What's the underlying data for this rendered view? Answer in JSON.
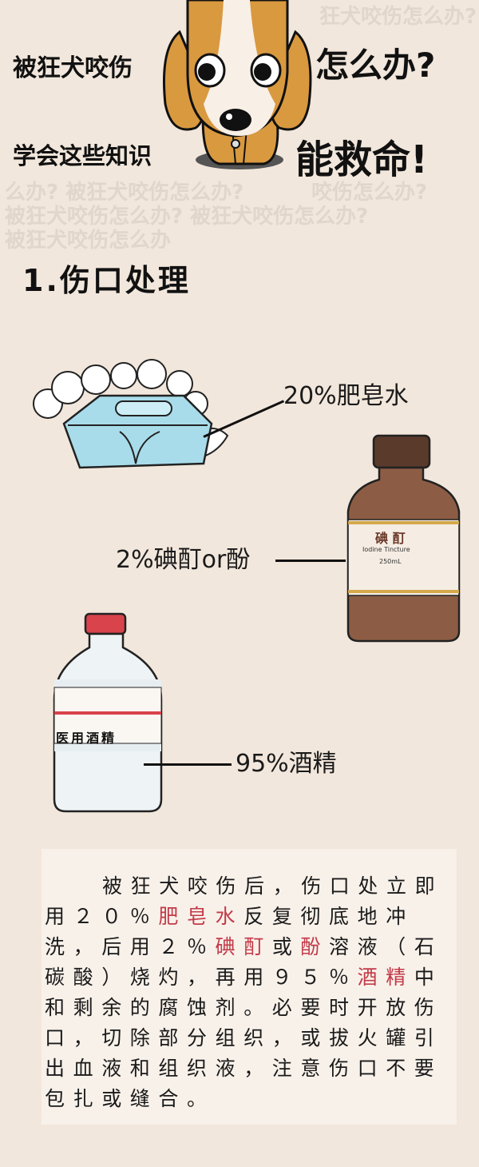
{
  "header": {
    "watermark_lines": [
      "么办? 被狂犬咬伤怎么办?",
      "狂犬咬伤怎么办?",
      "咬伤怎么办?",
      "被狂犬咬伤怎么办",
      "被狂犬咬伤怎么办? 被狂犬咬伤怎么办?"
    ],
    "line1_left": "被狂犬咬伤",
    "line1_right": "怎么办?",
    "line2_left": "学会这些知识",
    "line2_right": "能救命!"
  },
  "section": {
    "title": "1.伤口处理",
    "items": [
      {
        "label": "20%肥皂水"
      },
      {
        "label": "2%碘酊or酚",
        "bottle_title": "碘 酊",
        "bottle_subtitle": "Iodine Tincture",
        "bottle_volume": "250mL"
      },
      {
        "label": "95%酒精",
        "bottle_title": "医用酒精"
      }
    ]
  },
  "body": {
    "segments": [
      {
        "text": "被狂犬咬伤后，伤口处立即用２０％",
        "highlight": false
      },
      {
        "text": "肥皂水",
        "highlight": true
      },
      {
        "text": "反复彻底地冲洗，后用２％",
        "highlight": false
      },
      {
        "text": "碘酊",
        "highlight": true
      },
      {
        "text": "或",
        "highlight": false
      },
      {
        "text": "酚",
        "highlight": true
      },
      {
        "text": "溶液（石碳酸）烧灼，再用９５％",
        "highlight": false
      },
      {
        "text": "酒精",
        "highlight": true
      },
      {
        "text": "中和剩余的腐蚀剂。必要时开放伤口，切除部分组织，或拔火罐引出血液和组织液，注意伤口不要包扎或缝合。",
        "highlight": false
      }
    ]
  },
  "colors": {
    "background": "#f2e7dc",
    "highlight": "#c23a48",
    "dog": "#d9993f"
  }
}
